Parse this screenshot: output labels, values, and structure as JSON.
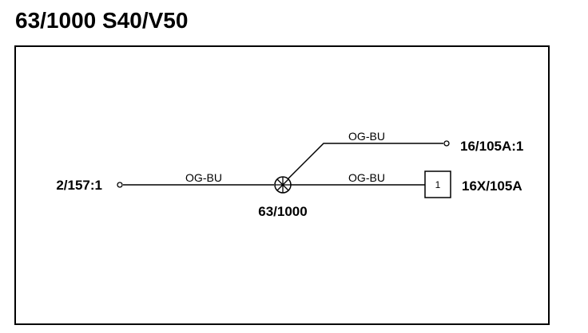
{
  "title": "63/1000 S40/V50",
  "splice": {
    "label": "63/1000"
  },
  "connectors": {
    "left": {
      "label": "2/157:1"
    },
    "top_right": {
      "label": "16/105A:1"
    },
    "right": {
      "label": "16X/105A",
      "box_number": "1"
    }
  },
  "wires": {
    "left": {
      "color_code": "OG-BU"
    },
    "top_right": {
      "color_code": "OG-BU"
    },
    "right": {
      "color_code": "OG-BU"
    }
  }
}
